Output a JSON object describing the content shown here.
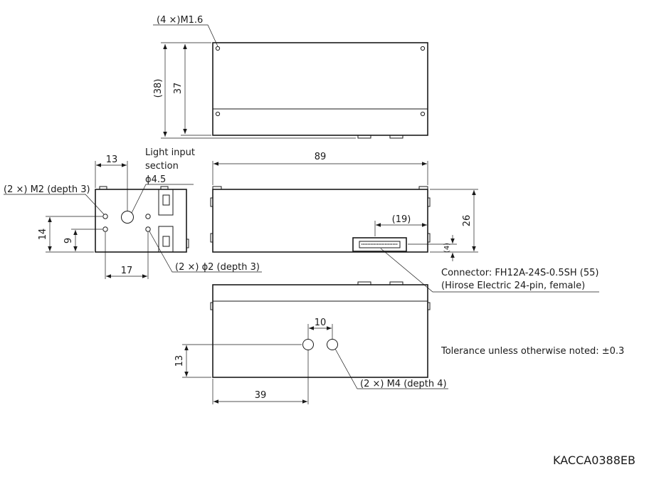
{
  "top_view": {
    "screw_label": "(4 ×)M1.6",
    "dim_overall_height": "(38)",
    "dim_body_height": "37"
  },
  "end_view": {
    "dim_13": "13",
    "light_input_line1": "Light input",
    "light_input_line2": "section",
    "light_input_dia": "ϕ4.5",
    "m2_label": "(2 ×) M2 (depth 3)",
    "dim_14": "14",
    "dim_9": "9",
    "dim_17": "17",
    "phi2_label": "(2 ×) ϕ2 (depth 3)"
  },
  "side_view": {
    "dim_length": "89",
    "dim_height": "26",
    "dim_connector_width": "(19)",
    "dim_connector_offset": "(4)",
    "connector_line1": "Connector: FH12A-24S-0.5SH (55)",
    "connector_line2": "(Hirose Electric 24-pin, female)"
  },
  "bottom_view": {
    "dim_10": "10",
    "dim_13": "13",
    "dim_39": "39",
    "m4_label": "(2 ×) M4 (depth 4)"
  },
  "notes": {
    "tolerance": "Tolerance unless otherwise noted: ±0.3",
    "drawing_code": "KACCA0388EB"
  }
}
